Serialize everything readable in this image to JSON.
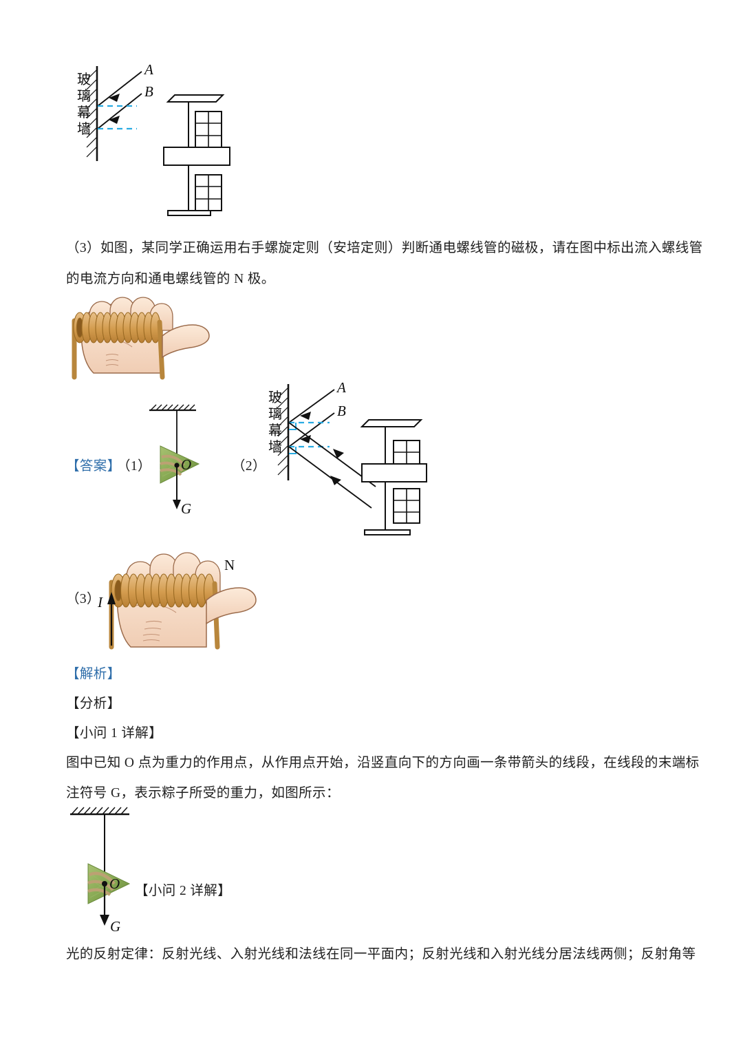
{
  "document": {
    "language": "zh-CN",
    "type": "physics-exam-answer-sheet"
  },
  "question": {
    "number": "（3）",
    "line1": "（3）如图，某同学正确运用右手螺旋定则（安培定则）判断通电螺线管的磁极，请在图中标出流入螺线管",
    "line2": "的电流方向和通电螺线管的 N 极。"
  },
  "answer_section": {
    "label": "【答案】",
    "item1": "（1）",
    "item2": "（2）",
    "item3": "（3）"
  },
  "analysis_section": {
    "jiexi_label": "【解析】",
    "fenxi_label": "【分析】",
    "sub1_label": "【小问 1 详解】",
    "sub2_label": "【小问 2 详解】",
    "paragraph1_line1": "图中已知 O 点为重力的作用点，从作用点开始，沿竖直向下的方向画一条带箭头的线段，在线段的末端标",
    "paragraph1_line2": "注符号 G，表示粽子所受的重力，如图所示：",
    "paragraph2": "光的反射定律：反射光线、入射光线和法线在同一平面内；反射光线和入射光线分居法线两侧；反射角等"
  },
  "figure_glass_wall_question": {
    "caption_vertical": "玻璃幕墙",
    "ray_labels": [
      "A",
      "B"
    ],
    "normals_color": "#29ABE2",
    "description": "incident-rays-on-glass-curtain-wall"
  },
  "figure_glass_wall_answer": {
    "caption_vertical": "玻璃幕墙",
    "ray_labels": [
      "A",
      "B"
    ],
    "normals_color": "#29ABE2",
    "description": "incident-and-reflected-rays-on-glass-curtain-wall"
  },
  "figure_hand_question": {
    "description": "right-hand-grip-rule-solenoid",
    "skin_color": "#F6DCC8",
    "coil_color": "#D9A85B"
  },
  "figure_hand_answer": {
    "description": "right-hand-grip-rule-solenoid-annotated",
    "current_label": "I",
    "pole_label": "N",
    "skin_color": "#F6DCC8",
    "coil_color": "#D9A85B"
  },
  "figure_zongzi_answer": {
    "description": "hanging-zongzi-gravity-vector",
    "point_label": "O",
    "force_label": "G",
    "body_color": "#8FAE57",
    "rope_color": "#BCA173"
  },
  "figure_zongzi_explain": {
    "description": "hanging-zongzi-gravity-vector",
    "point_label": "O",
    "force_label": "G",
    "body_color": "#8FAE57",
    "rope_color": "#BCA173"
  }
}
